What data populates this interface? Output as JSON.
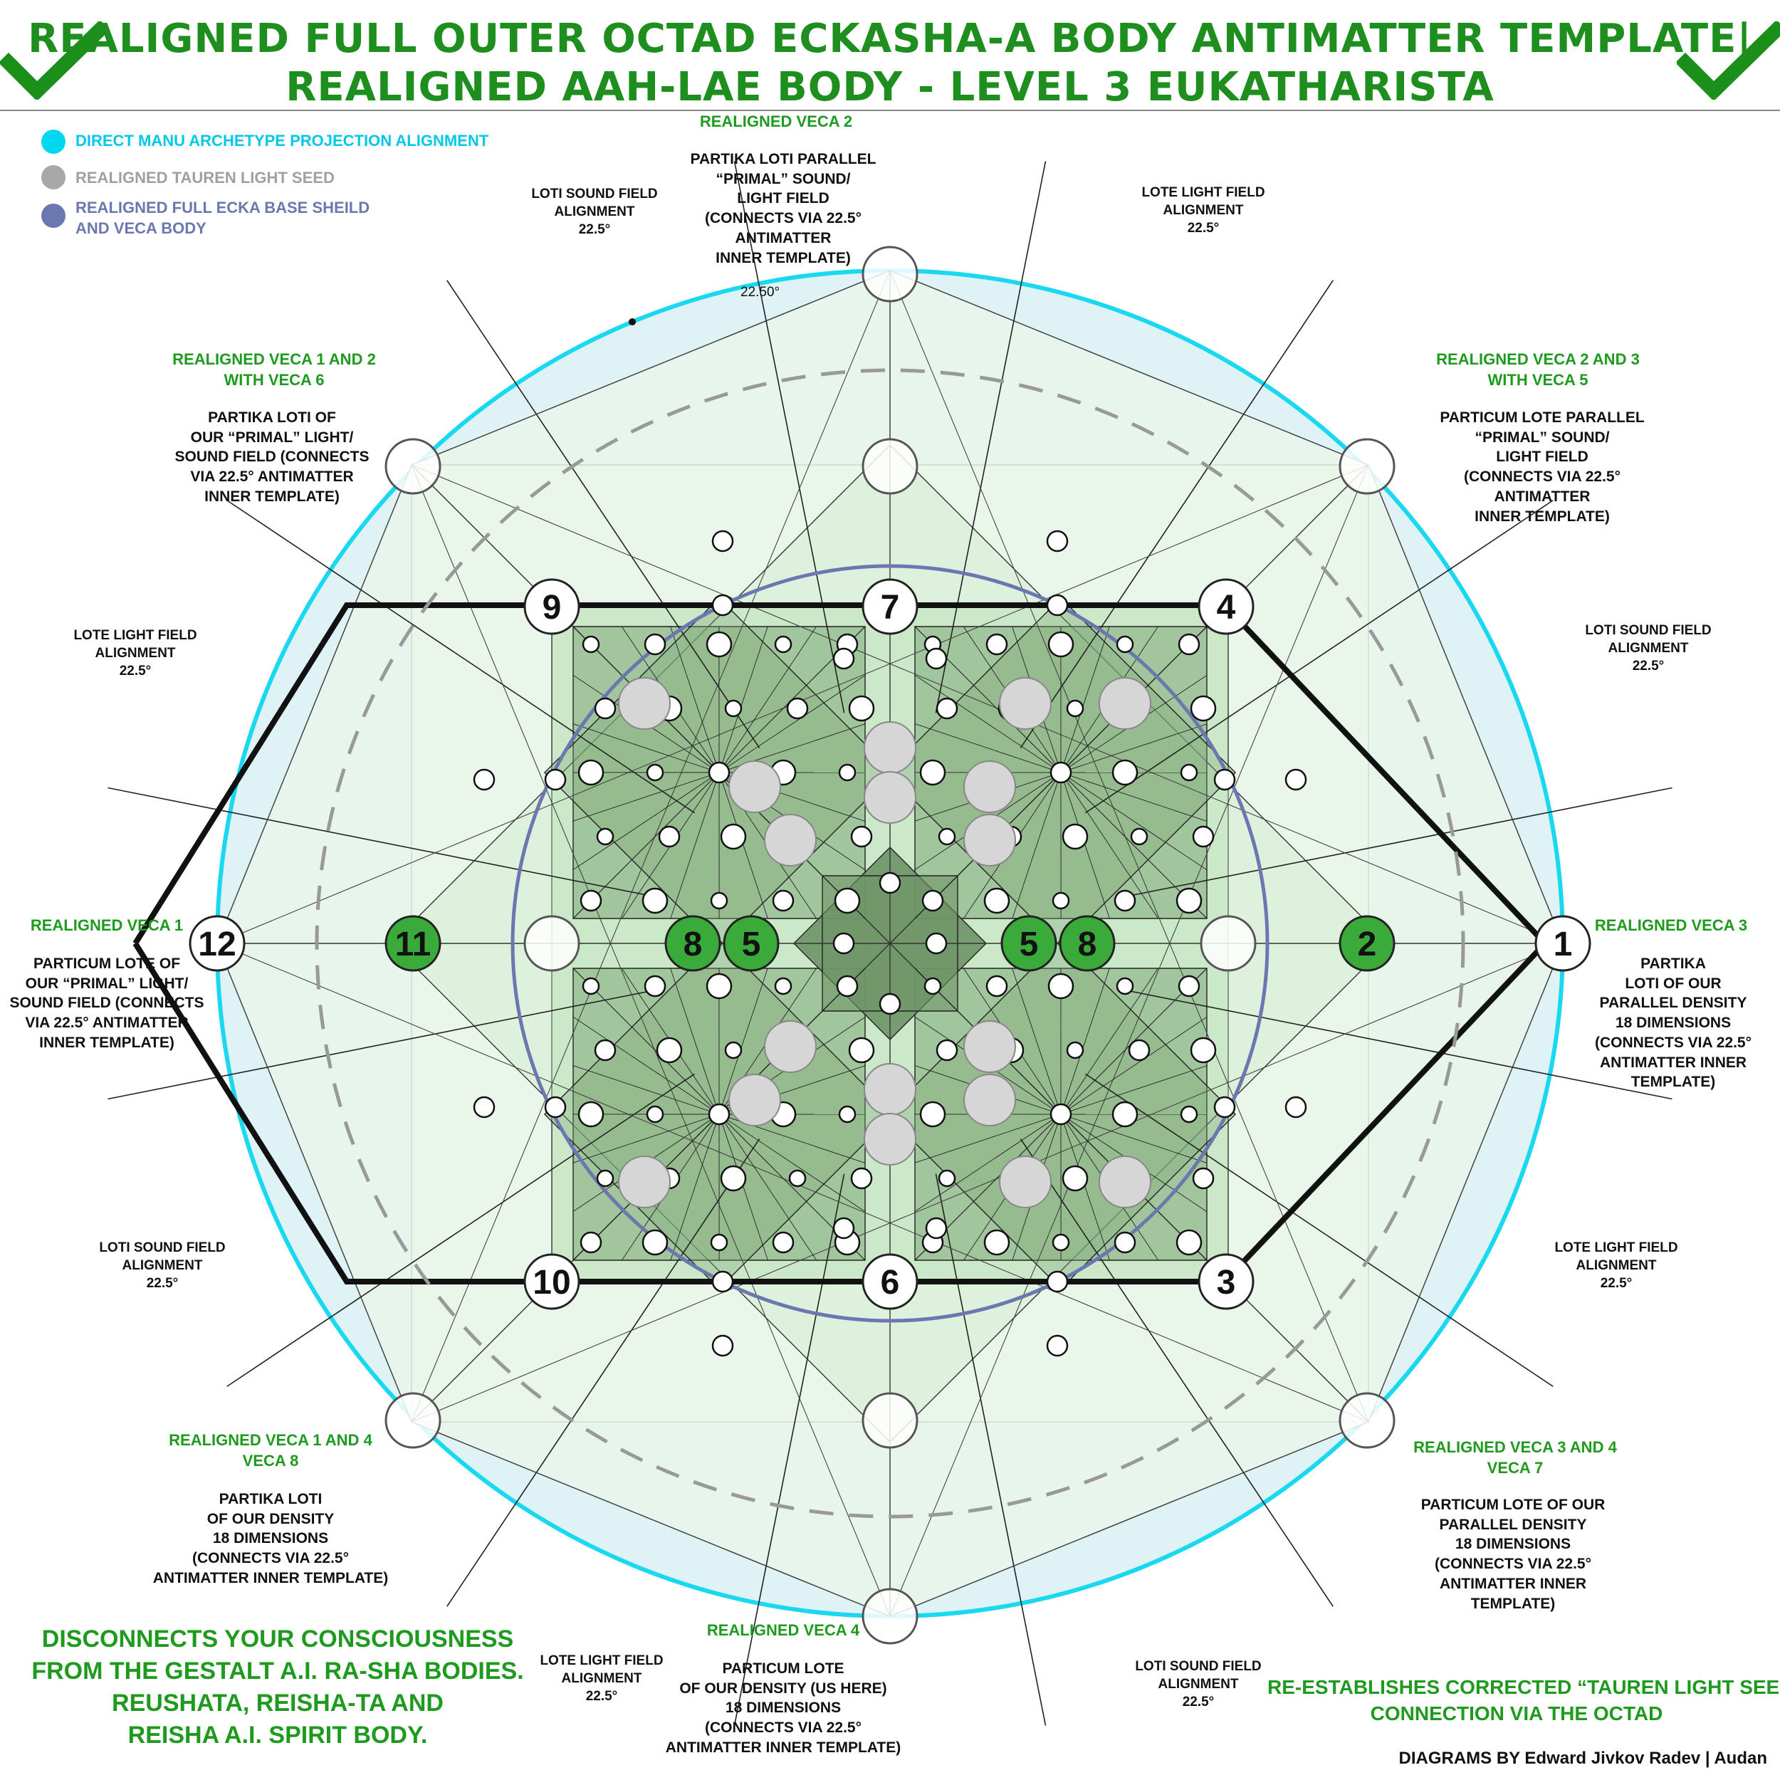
{
  "title": {
    "line1": "REALIGNED FULL OUTER OCTAD ECKASHA-A BODY ANTIMATTER TEMPLATE|",
    "line2": "REALIGNED AAH-LAE BODY - LEVEL 3 EUKATHARISTA"
  },
  "legend": [
    {
      "text": "DIRECT MANU ARCHETYPE PROJECTION ALIGNMENT",
      "color": "#00d8f0"
    },
    {
      "text": "REALIGNED TAUREN LIGHT SEED",
      "color": "#a8a8a8"
    },
    {
      "text": "REALIGNED FULL ECKA BASE SHEILD\nAND VECA BODY",
      "color": "#6b78b0"
    }
  ],
  "nodes": {
    "n1": "1",
    "n2": "2",
    "n3": "3",
    "n4": "4",
    "n5a": "5",
    "n5b": "5",
    "n6": "6",
    "n7": "7",
    "n8a": "8",
    "n8b": "8",
    "n9": "9",
    "n10": "10",
    "n11": "11",
    "n12": "12"
  },
  "angle_label": "22.50°",
  "labels": {
    "veca2_head": "REALIGNED VECA 2",
    "veca2_body": "PARTIKA LOTI PARALLEL\n“PRIMAL” SOUND/\nLIGHT FIELD\n(CONNECTS VIA 22.5°\nANTIMATTER\nINNER TEMPLATE)",
    "loti_sound_tl": "LOTI SOUND FIELD\nALIGNMENT\n22.5°",
    "lote_light_tr": "LOTE LIGHT FIELD\nALIGNMENT\n22.5°",
    "veca12_head": "REALIGNED VECA 1 AND 2\nWITH VECA 6",
    "veca12_body": "PARTIKA LOTI OF\nOUR “PRIMAL” LIGHT/\nSOUND FIELD (CONNECTS\nVIA 22.5° ANTIMATTER\nINNER TEMPLATE)",
    "veca23_head": "REALIGNED VECA 2 AND 3\nWITH VECA 5",
    "veca23_body": "PARTICUM LOTE PARALLEL\n“PRIMAL” SOUND/\nLIGHT FIELD\n(CONNECTS VIA 22.5°\nANTIMATTER\nINNER TEMPLATE)",
    "lote_light_l": "LOTE LIGHT FIELD\nALIGNMENT\n22.5°",
    "loti_sound_r": "LOTI SOUND FIELD\nALIGNMENT\n22.5°",
    "veca1_head": "REALIGNED VECA 1",
    "veca1_body": "PARTICUM LOTE OF\nOUR “PRIMAL” LIGHT/\nSOUND FIELD (CONNECTS\nVIA 22.5° ANTIMATTER\nINNER TEMPLATE)",
    "veca3_head": "REALIGNED VECA 3",
    "veca3_body": "PARTIKA\nLOTI OF OUR\nPARALLEL DENSITY\n18 DIMENSIONS\n(CONNECTS VIA 22.5°\nANTIMATTER INNER\nTEMPLATE)",
    "loti_sound_bl": "LOTI SOUND FIELD\nALIGNMENT\n22.5°",
    "lote_light_br": "LOTE LIGHT FIELD\nALIGNMENT\n22.5°",
    "veca14_head": "REALIGNED VECA 1 AND 4\nVECA 8",
    "veca14_body": "PARTIKA LOTI\nOF OUR DENSITY\n18 DIMENSIONS\n(CONNECTS VIA 22.5°\nANTIMATTER INNER TEMPLATE)",
    "veca34_head": "REALIGNED VECA 3 AND 4\nVECA 7",
    "veca34_body": "PARTICUM LOTE OF OUR\nPARALLEL DENSITY\n18 DIMENSIONS\n(CONNECTS VIA 22.5°\nANTIMATTER INNER\nTEMPLATE)",
    "veca4_head": "REALIGNED VECA 4",
    "veca4_body": "PARTICUM LOTE\nOF OUR DENSITY (US HERE)\n18 DIMENSIONS\n(CONNECTS VIA 22.5°\nANTIMATTER INNER TEMPLATE)",
    "lote_light_b": "LOTE LIGHT FIELD\nALIGNMENT\n22.5°",
    "loti_sound_b": "LOTI SOUND FIELD\nALIGNMENT\n22.5°"
  },
  "footer": {
    "left": "DISCONNECTS YOUR CONSCIOUSNESS\nFROM THE GESTALT A.I. RA-SHA BODIES.\nREUSHATA, REISHA-TA AND\nREISHA A.I. SPIRIT BODY.",
    "right": "RE-ESTABLISHES CORRECTED “TAUREN LIGHT SEED”\nCONNECTION VIA THE OCTAD",
    "credit": "DIAGRAMS BY Edward Jivkov Radev | Audan"
  },
  "colors": {
    "title": "#1e8f1e",
    "outer_circle": "#19d8ef",
    "ecka_circle": "#6b78b0",
    "green_node": "#3aaa3a",
    "light_fill": "#eaf6ea",
    "mid_fill": "#c9e7c5",
    "dark_fill": "#7fa878"
  }
}
